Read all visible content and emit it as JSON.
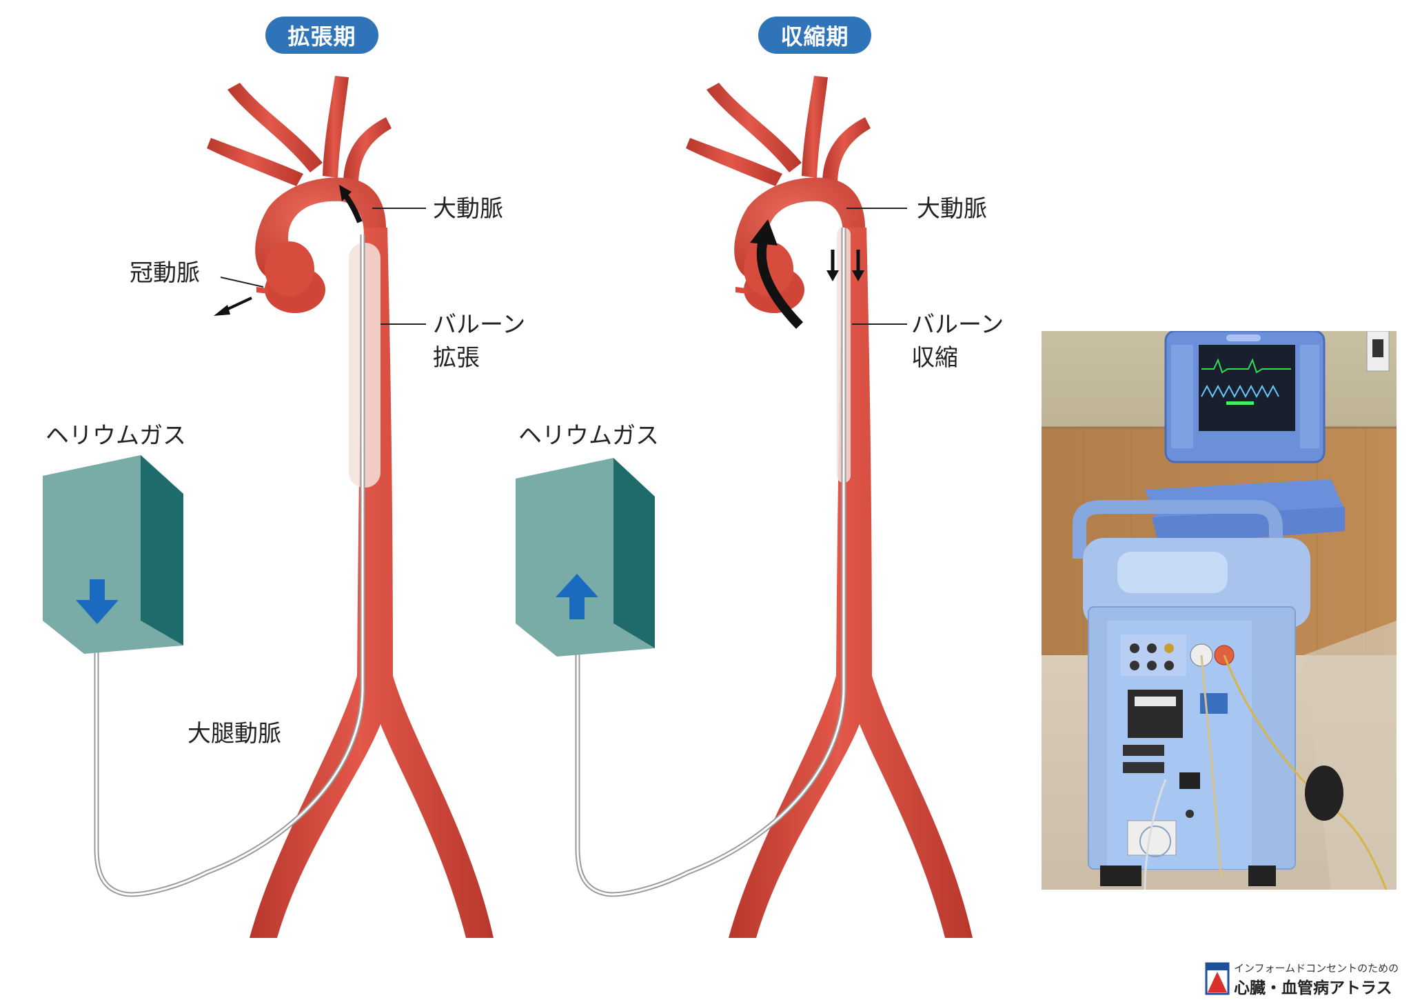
{
  "panels": {
    "diastole": {
      "title": "拡張期",
      "aorta_label": "大動脈",
      "coronary_label": "冠動脈",
      "balloon_label_line1": "バルーン",
      "balloon_label_line2": "拡張",
      "gas_label": "ヘリウムガス",
      "femoral_label": "大腿動脈"
    },
    "systole": {
      "title": "収縮期",
      "aorta_label": "大動脈",
      "balloon_label_line1": "バルーン",
      "balloon_label_line2": "収縮",
      "gas_label": "ヘリウムガス"
    }
  },
  "brand": {
    "line1": "インフォームドコンセントのための",
    "line2": "心臓・血管病アトラス"
  },
  "colors": {
    "artery": "#d94a3c",
    "artery_dark": "#b8372c",
    "title_pill": "#2f73b9",
    "box_front": "#79aca7",
    "box_top": "#a9dbda",
    "box_side": "#1f6b6b",
    "arrow_blue": "#1a6bbf"
  },
  "icons": {
    "down_arrow": "arrow-down-icon",
    "up_arrow": "arrow-up-icon",
    "logo": "atlas-logo-icon"
  }
}
